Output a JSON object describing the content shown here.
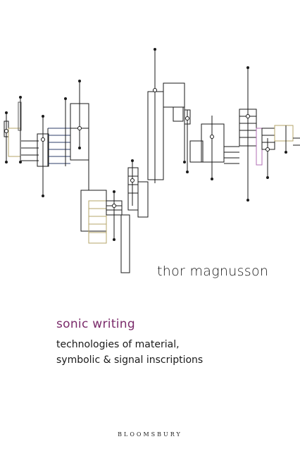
{
  "cover": {
    "author": "thor magnusson",
    "title": "sonic writing",
    "subtitle_line1": "technologies of material,",
    "subtitle_line2": "symbolic & signal inscriptions",
    "publisher": "BLOOMSBURY"
  },
  "colors": {
    "background": "#ffffff",
    "ink": "#1a1a1a",
    "title_accent": "#7a2a6a",
    "notation_khaki": "#b5a56a",
    "notation_violet": "#b06cb4",
    "notation_navy": "#2c3e6a"
  },
  "artwork": {
    "description_icon": "graphic-notation-artwork"
  }
}
